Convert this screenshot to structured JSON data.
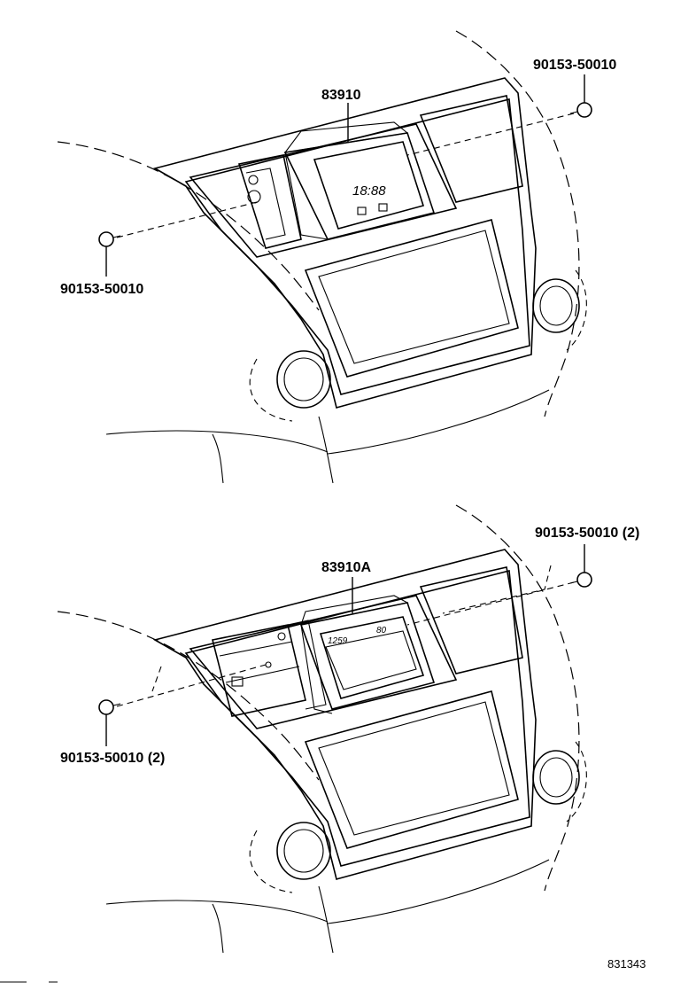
{
  "diagram": {
    "top": {
      "part_label": "83910",
      "bolt_right": "90153-50010",
      "bolt_left": "90153-50010",
      "clock_display": "18:88"
    },
    "bottom": {
      "part_label": "83910A",
      "bolt_right": "90153-50010 (2)",
      "bolt_left": "90153-50010 (2)",
      "display_left": "1259",
      "display_right": "80"
    },
    "ref_code": "831343"
  }
}
